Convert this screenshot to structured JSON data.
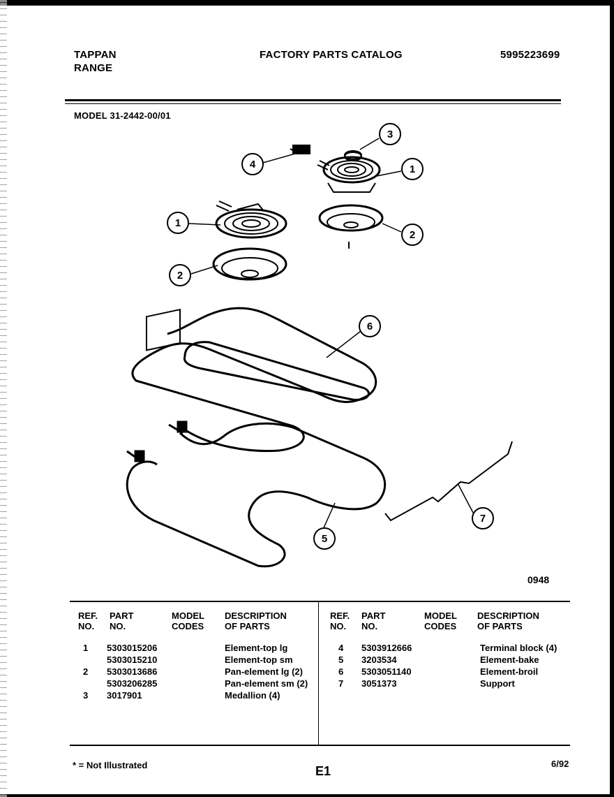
{
  "header": {
    "brand": "TAPPAN",
    "product": "RANGE",
    "catalog_title": "FACTORY PARTS CATALOG",
    "catalog_number": "5995223699",
    "model": "MODEL 31-2442-00/01"
  },
  "diagram": {
    "callouts": [
      "1",
      "1",
      "2",
      "2",
      "3",
      "4",
      "5",
      "6",
      "7"
    ],
    "illustration_number": "0948"
  },
  "table": {
    "headers": {
      "ref_no": "REF.\nNO.",
      "part_no": "PART\nNO.",
      "model_codes": "MODEL\nCODES",
      "description": "DESCRIPTION\nOF PARTS"
    },
    "left_rows": [
      {
        "ref": "1",
        "part": "5303015206",
        "desc": "Element-top lg"
      },
      {
        "ref": "",
        "part": "5303015210",
        "desc": "Element-top sm"
      },
      {
        "ref": "2",
        "part": "5303013686",
        "desc": "Pan-element lg (2)"
      },
      {
        "ref": "",
        "part": "5303206285",
        "desc": "Pan-element sm (2)"
      },
      {
        "ref": "3",
        "part": "3017901",
        "desc": "Medallion (4)"
      }
    ],
    "right_rows": [
      {
        "ref": "4",
        "part": "5303912666",
        "desc": "Terminal block (4)"
      },
      {
        "ref": "5",
        "part": "3203534",
        "desc": "Element-bake"
      },
      {
        "ref": "6",
        "part": "5303051140",
        "desc": "Element-broil"
      },
      {
        "ref": "7",
        "part": "3051373",
        "desc": "Support"
      }
    ]
  },
  "footer": {
    "note": "* = Not Illustrated",
    "page_code": "E1",
    "date": "6/92"
  }
}
